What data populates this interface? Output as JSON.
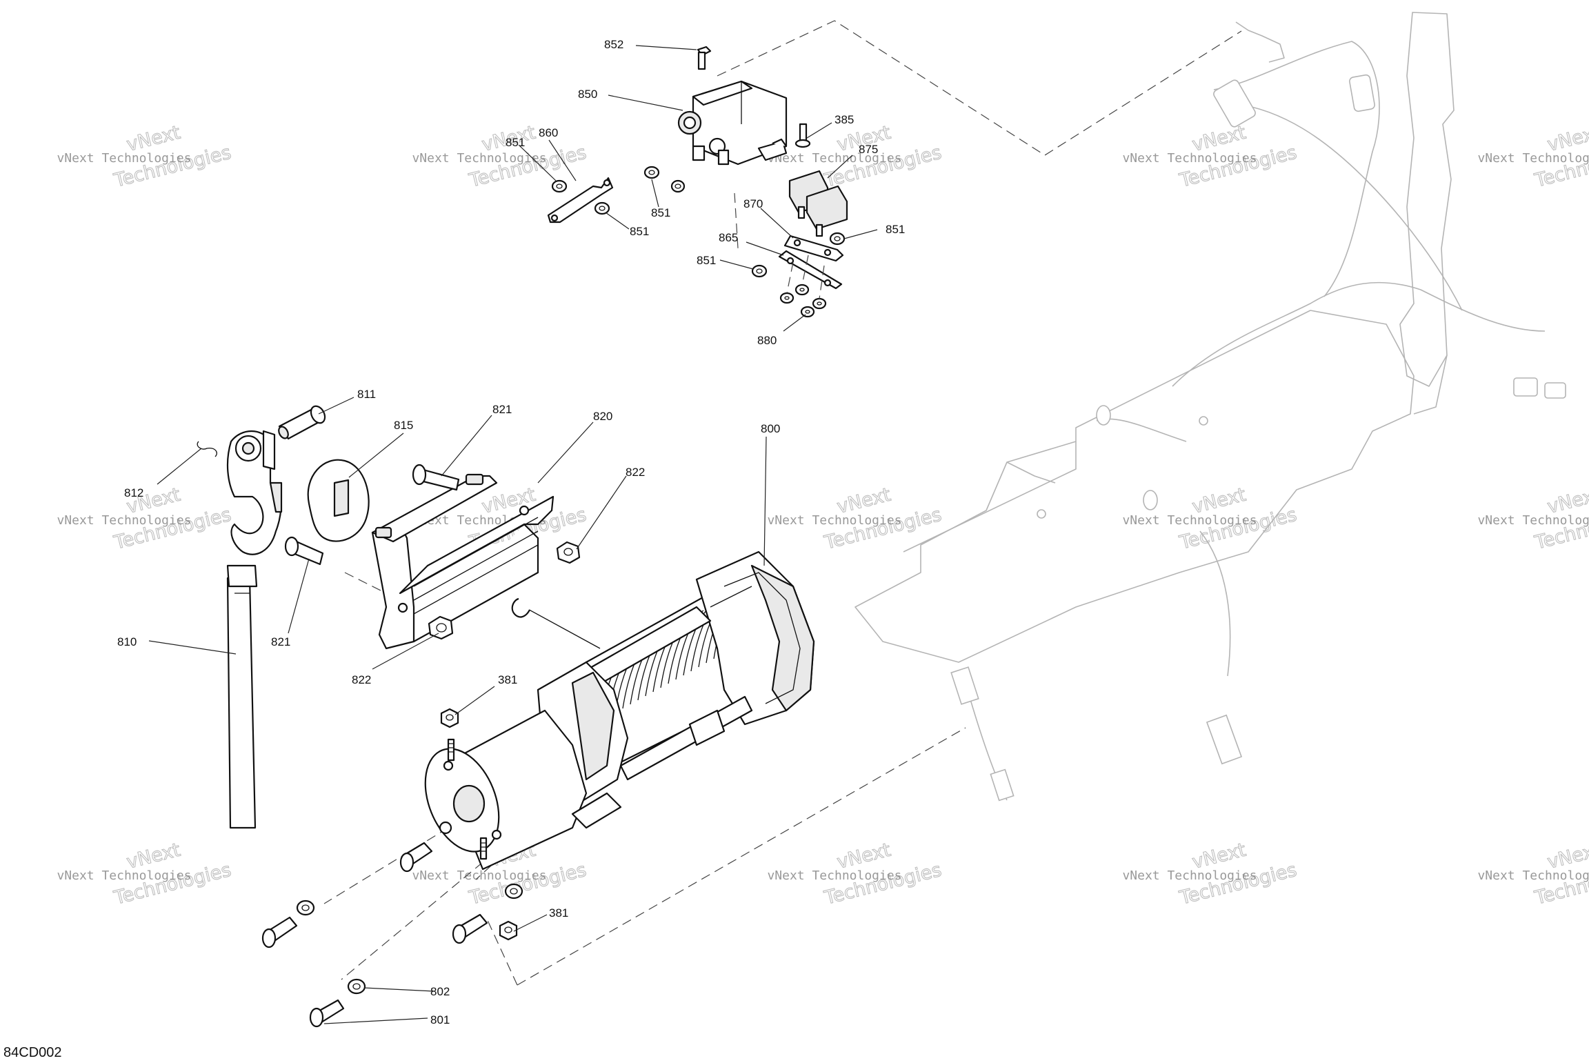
{
  "diagram": {
    "code": "84CD002",
    "watermark": {
      "line1": "vNext Technologies",
      "line2": "Technologies",
      "line3": "vNext"
    },
    "callouts": [
      {
        "id": "852",
        "label": "852"
      },
      {
        "id": "850",
        "label": "850"
      },
      {
        "id": "385",
        "label": "385"
      },
      {
        "id": "851a",
        "label": "851"
      },
      {
        "id": "860",
        "label": "860"
      },
      {
        "id": "875",
        "label": "875"
      },
      {
        "id": "851b",
        "label": "851"
      },
      {
        "id": "851c",
        "label": "851"
      },
      {
        "id": "870",
        "label": "870"
      },
      {
        "id": "851d",
        "label": "851"
      },
      {
        "id": "865",
        "label": "865"
      },
      {
        "id": "851e",
        "label": "851"
      },
      {
        "id": "880",
        "label": "880"
      },
      {
        "id": "811",
        "label": "811"
      },
      {
        "id": "815",
        "label": "815"
      },
      {
        "id": "821a",
        "label": "821"
      },
      {
        "id": "820",
        "label": "820"
      },
      {
        "id": "800",
        "label": "800"
      },
      {
        "id": "822a",
        "label": "822"
      },
      {
        "id": "812",
        "label": "812"
      },
      {
        "id": "810",
        "label": "810"
      },
      {
        "id": "821b",
        "label": "821"
      },
      {
        "id": "822b",
        "label": "822"
      },
      {
        "id": "381a",
        "label": "381"
      },
      {
        "id": "381b",
        "label": "381"
      },
      {
        "id": "802",
        "label": "802"
      },
      {
        "id": "801",
        "label": "801"
      }
    ]
  }
}
